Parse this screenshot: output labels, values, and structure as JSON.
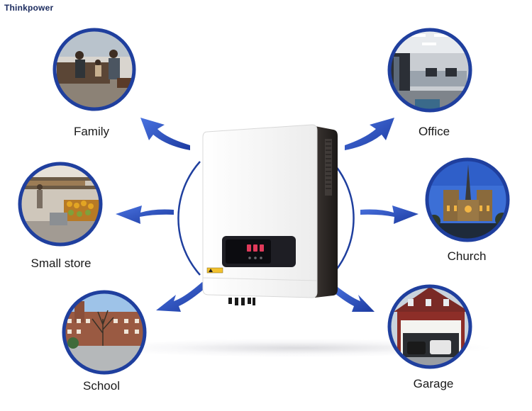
{
  "brand": {
    "logo_text": "Thinkpower"
  },
  "scenes": [
    {
      "key": "family",
      "label": "Family",
      "icon": "family-photo"
    },
    {
      "key": "office",
      "label": "Office",
      "icon": "office-photo"
    },
    {
      "key": "small-store",
      "label": "Small store",
      "icon": "store-photo"
    },
    {
      "key": "church",
      "label": "Church",
      "icon": "church-photo"
    },
    {
      "key": "school",
      "label": "School",
      "icon": "school-photo"
    },
    {
      "key": "garage",
      "label": "Garage",
      "icon": "garage-photo"
    }
  ],
  "colors": {
    "ring": "#1f3f9e",
    "arrow": "#2d56c8",
    "device_body": "#f4f4f4",
    "device_side": "#2a2624",
    "display": "#1e1e24"
  }
}
